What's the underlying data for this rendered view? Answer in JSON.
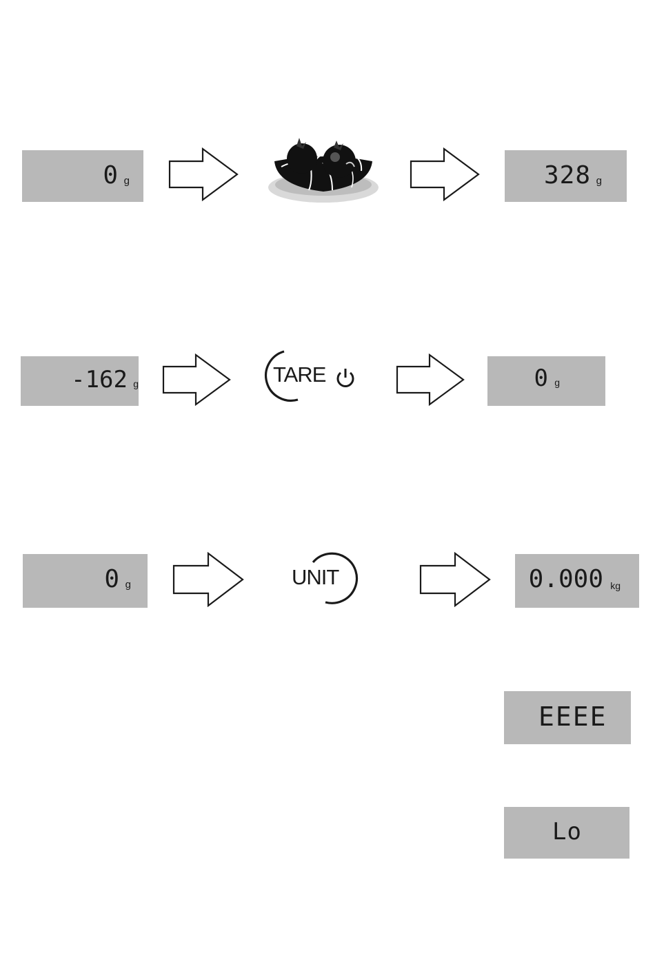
{
  "row1": {
    "left_display": {
      "value": "0",
      "unit": "g"
    },
    "right_display": {
      "value": "328",
      "unit": "g"
    },
    "icon": "fruit-bowl-icon"
  },
  "row2": {
    "left_display": {
      "value": "-162",
      "unit": "g"
    },
    "button_label": "TARE",
    "button_icon": "power-icon",
    "right_display": {
      "value": "0",
      "unit": "g"
    }
  },
  "row3": {
    "left_display": {
      "value": "0",
      "unit": "g"
    },
    "button_label": "UNIT",
    "right_display": {
      "value": "0.000",
      "unit": "kg"
    }
  },
  "error_displays": [
    {
      "value": "EEEE"
    },
    {
      "value": "Lo"
    }
  ],
  "colors": {
    "lcd_background": "#b8b8b8",
    "ink": "#1a1a1a"
  }
}
